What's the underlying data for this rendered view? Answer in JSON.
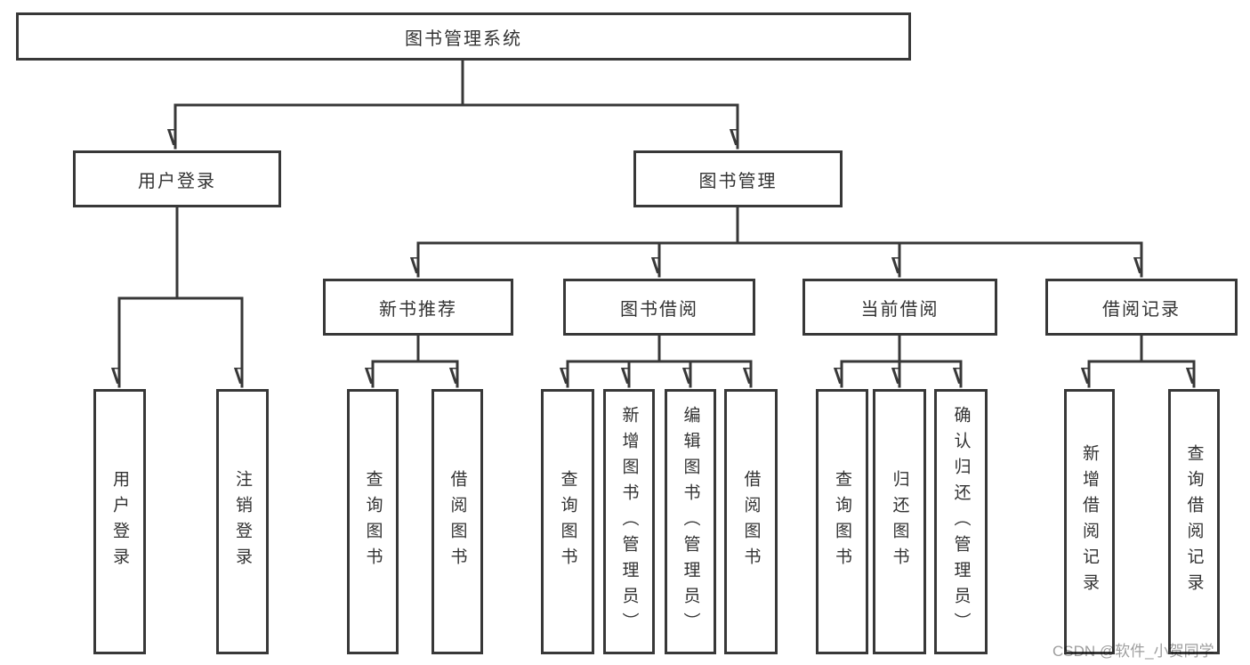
{
  "diagram": {
    "root": {
      "label": "图书管理系统"
    },
    "level2": [
      {
        "id": "user-login",
        "label": "用户登录",
        "parent": "图书管理系统"
      },
      {
        "id": "book-management",
        "label": "图书管理",
        "parent": "图书管理系统"
      }
    ],
    "level3": [
      {
        "id": "new-book-recommend",
        "label": "新书推荐",
        "parent": "图书管理"
      },
      {
        "id": "book-borrow",
        "label": "图书借阅",
        "parent": "图书管理"
      },
      {
        "id": "current-borrow",
        "label": "当前借阅",
        "parent": "图书管理"
      },
      {
        "id": "borrow-records",
        "label": "借阅记录",
        "parent": "图书管理"
      }
    ],
    "level4": [
      {
        "label": "用户登录",
        "parent": "用户登录"
      },
      {
        "label": "注销登录",
        "parent": "用户登录"
      },
      {
        "label": "查询图书",
        "parent": "新书推荐"
      },
      {
        "label": "借阅图书",
        "parent": "新书推荐"
      },
      {
        "label": "查询图书",
        "parent": "图书借阅"
      },
      {
        "label": "新增图书（管理员）",
        "parent": "图书借阅"
      },
      {
        "label": "编辑图书（管理员）",
        "parent": "图书借阅"
      },
      {
        "label": "借阅图书",
        "parent": "图书借阅"
      },
      {
        "label": "查询图书",
        "parent": "当前借阅"
      },
      {
        "label": "归还图书",
        "parent": "当前借阅"
      },
      {
        "label": "确认归还（管理员）",
        "parent": "当前借阅"
      },
      {
        "label": "新增借阅记录",
        "parent": "借阅记录"
      },
      {
        "label": "查询借阅记录",
        "parent": "借阅记录"
      }
    ],
    "colors": {
      "line": "#383838",
      "text": "#333333",
      "box_fill": "#ffffff",
      "watermark_text": "#9e9e9e"
    },
    "watermark": "CSDN @软件_小贺同学"
  }
}
